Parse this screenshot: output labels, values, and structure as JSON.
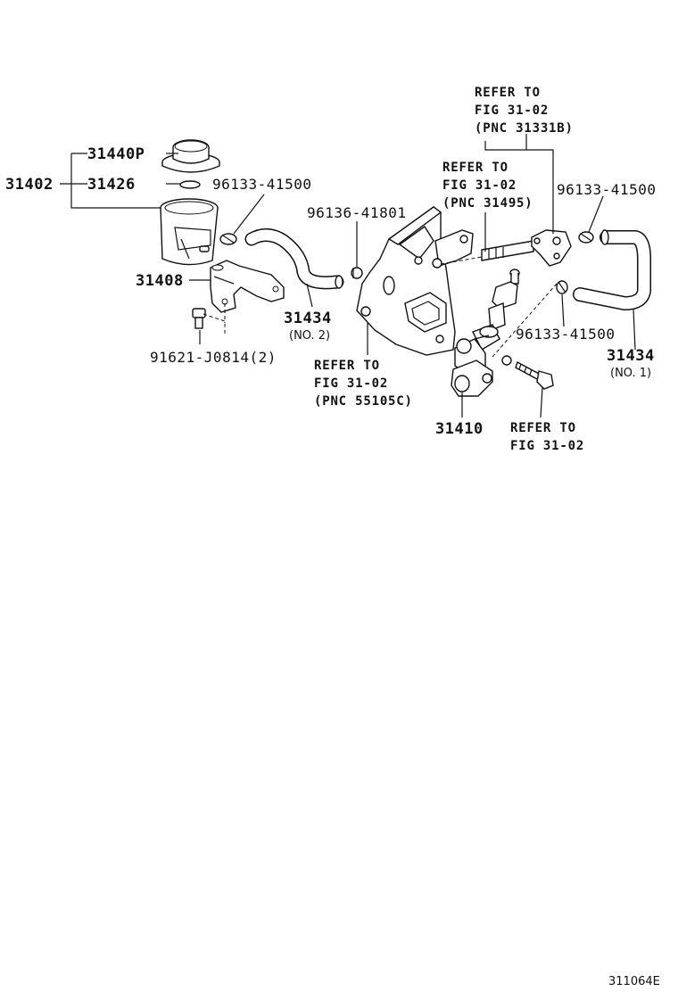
{
  "labels": {
    "cap": "31440P",
    "assy": "31402",
    "seal": "31426",
    "clip_top_left": "96133-41500",
    "clip_mid": "96136-41801",
    "clip_top_right": "96133-41500",
    "clip_lower_right": "96133-41500",
    "bracket": "31408",
    "hose_no2": "31434",
    "hose_no2_sub": "(NO. 2)",
    "hose_no1": "31434",
    "hose_no1_sub": "(NO. 1)",
    "bolt": "91621-J0814(2)",
    "master_cyl": "31410",
    "diagram_id": "311064E"
  },
  "refs": {
    "ref_top": [
      "REFER TO",
      "FIG 31-02",
      "(PNC 31331B)"
    ],
    "ref_rod": [
      "REFER TO",
      "FIG 31-02",
      "(PNC 31495)"
    ],
    "ref_pedal": [
      "REFER TO",
      "FIG 31-02",
      "(PNC 55105C)"
    ],
    "ref_bolt": [
      "REFER TO",
      "FIG 31-02"
    ]
  }
}
